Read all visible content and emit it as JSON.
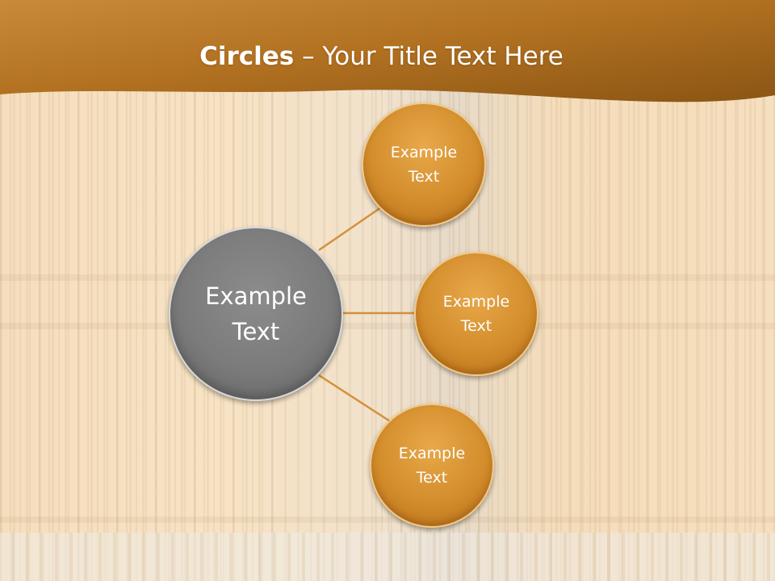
{
  "title": {
    "bold": "Circles",
    "rest": " – Your Title Text Here"
  },
  "diagram": {
    "center": {
      "line1": "Example",
      "line2": "Text"
    },
    "satellites": [
      {
        "line1": "Example",
        "line2": "Text"
      },
      {
        "line1": "Example",
        "line2": "Text"
      },
      {
        "line1": "Example",
        "line2": "Text"
      }
    ]
  },
  "colors": {
    "header": "#b8782a",
    "satellite_fill": "#d38d2c",
    "center_fill": "#7b7b7b",
    "connector": "#d3913a"
  }
}
